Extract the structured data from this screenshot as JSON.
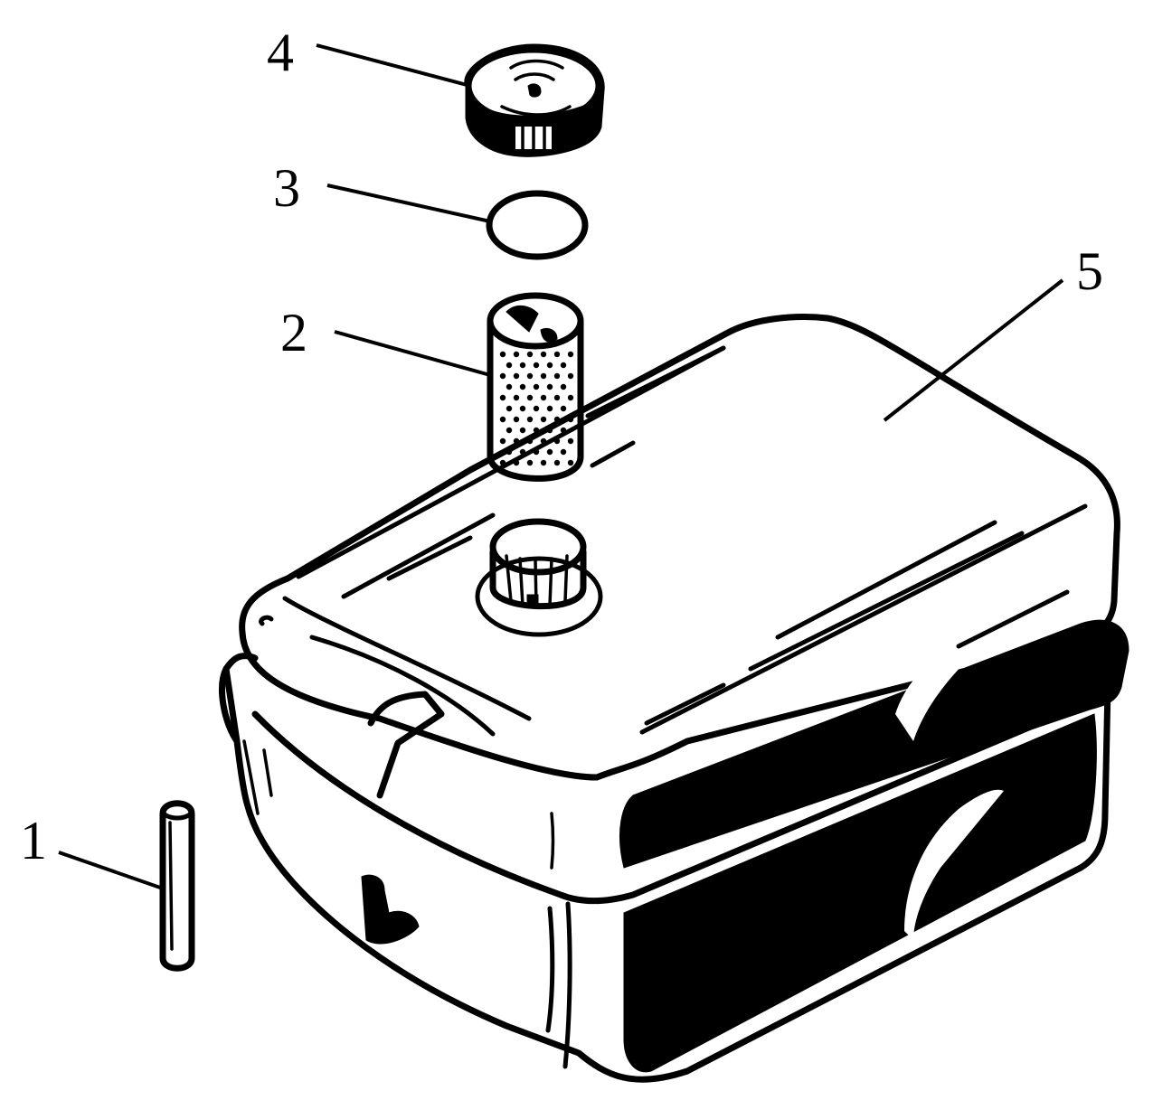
{
  "callouts": {
    "pin": "1",
    "filter_strainer": "2",
    "o_ring": "3",
    "cap": "4",
    "tank": "5"
  },
  "colors": {
    "ink": "#000000",
    "paper": "#ffffff"
  }
}
